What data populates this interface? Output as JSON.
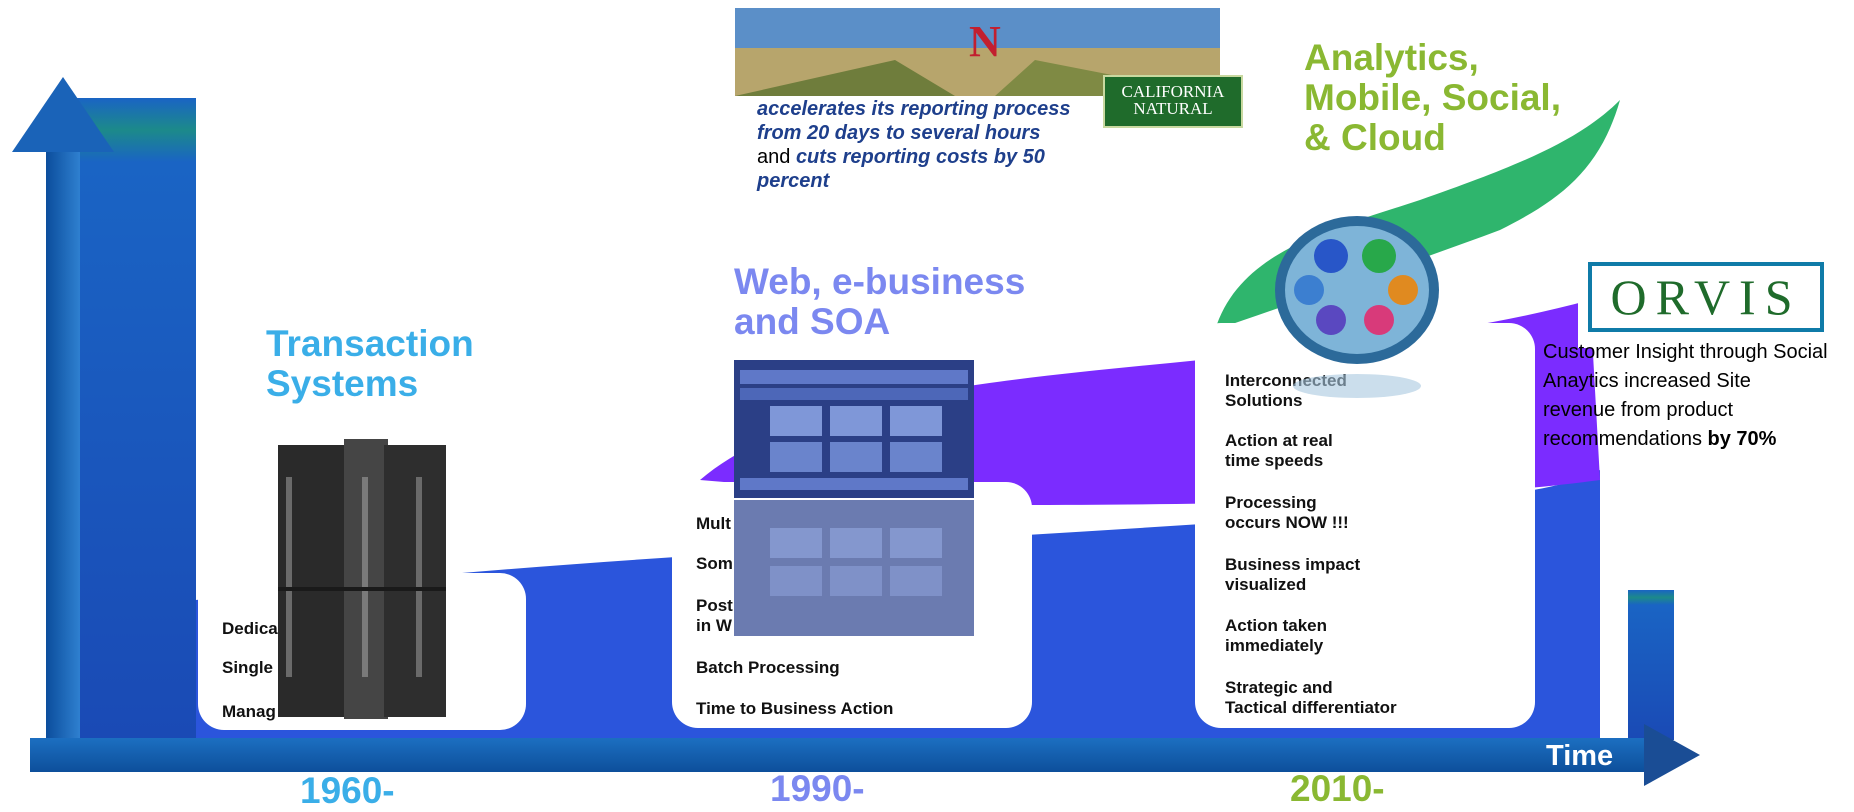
{
  "colors": {
    "axis_blue": "#1a5faa",
    "wave_blue": "#2b4fd8",
    "wave_purple": "#7b2cff",
    "wave_green": "#2fb56d",
    "era1": "#3aaee8",
    "era2": "#7b88f0",
    "era3": "#8ab832"
  },
  "axis": {
    "time_label": "Time"
  },
  "eras": [
    {
      "heading_line1": "Transaction",
      "heading_line2": "Systems",
      "year": "1960-",
      "photo_icon": "mainframe-server-image",
      "bullets": [
        "Dedica",
        "Single",
        "Manag"
      ]
    },
    {
      "heading_line1": "Web, e-business",
      "heading_line2": "and SOA",
      "year": "1990-",
      "photo_icon": "soa-architecture-diagram-image",
      "bullets": [
        "Mult",
        "Som",
        "Post",
        "in W",
        "Batch Processing",
        "Time to Business Action"
      ]
    },
    {
      "heading_line1": "Analytics,",
      "heading_line2": "Mobile, Social,",
      "heading_line3": "& Cloud",
      "year": "2010-",
      "photo_icon": "app-icons-globe-image",
      "bullets": [
        {
          "l1": "Interconnected",
          "l2": "Solutions"
        },
        {
          "l1": "Action at real",
          "l2": "time speeds"
        },
        {
          "l1": "Processing",
          "l2": "occurs NOW !!!"
        },
        {
          "l1": "Business impact",
          "l2": "visualized"
        },
        {
          "l1": "Action taken",
          "l2": "immediately"
        },
        {
          "l1": "Strategic and",
          "l2": "Tactical differentiator"
        }
      ]
    }
  ],
  "california_natural": {
    "logo_text_line1": "CALIFORNIA",
    "logo_text_line2": "NATURAL",
    "banner_icon": "orchard-banner-image",
    "story_line1": "accelerates its reporting process",
    "story_line2": "from 20 days to several hours",
    "story_line3_plain": "and ",
    "story_line3_em": "cuts reporting costs by 50",
    "story_line4": "percent"
  },
  "orvis": {
    "logo_text": "ORVIS",
    "story_line1": "Customer Insight through Social",
    "story_line2": "Anaytics increased Site",
    "story_line3": "revenue from product",
    "story_line4_plain": "recommendations ",
    "story_line4_bold": "by 70%"
  }
}
